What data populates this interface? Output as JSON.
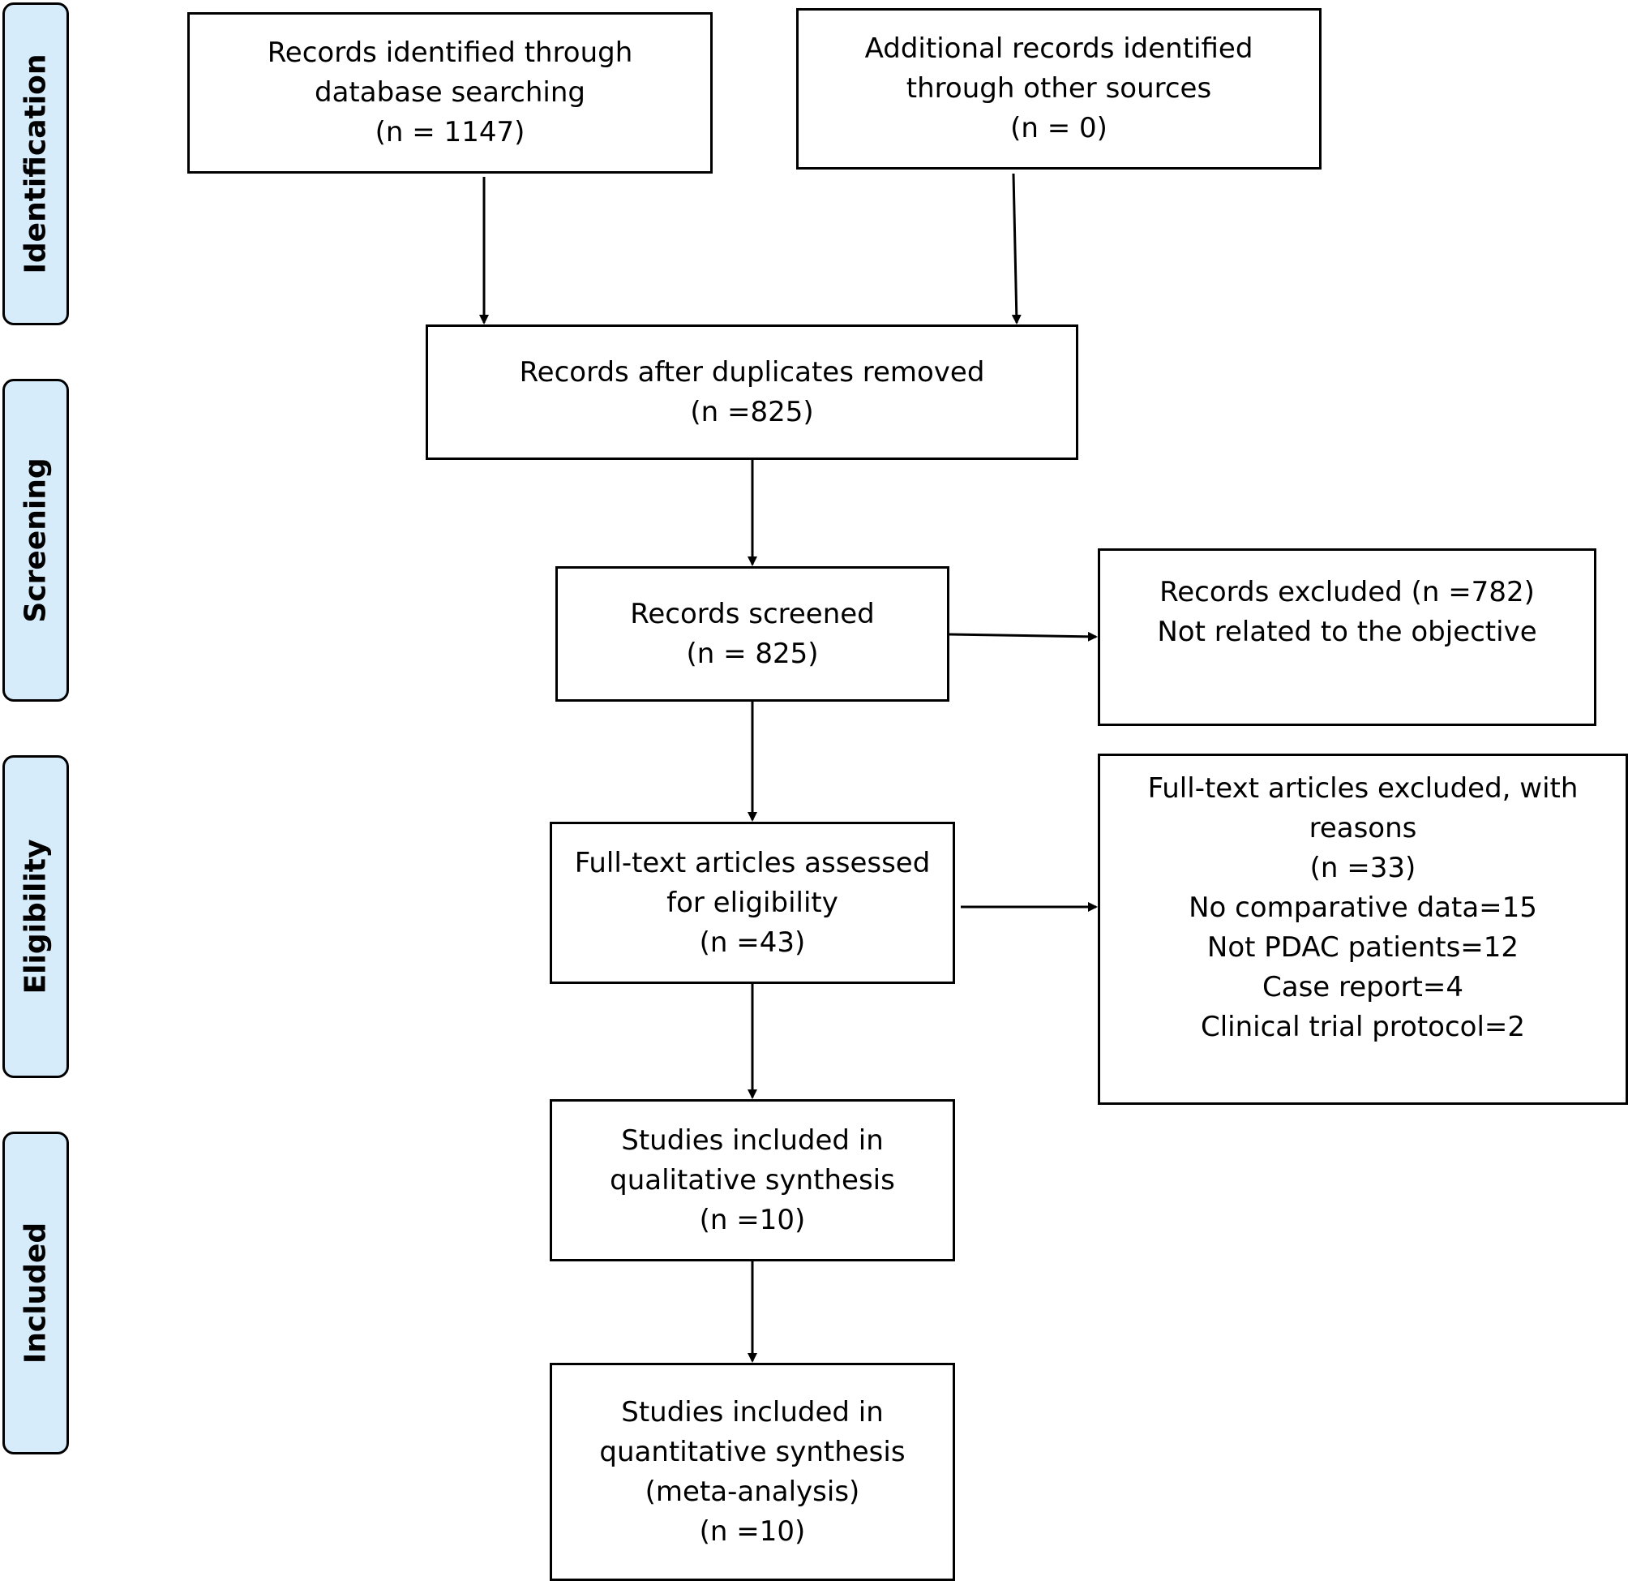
{
  "phases": [
    "Identification",
    "Screening",
    "Eligibility",
    "Included"
  ],
  "boxes": {
    "database": [
      "Records identified through",
      "database searching",
      "(n = 1147)"
    ],
    "other": [
      "Additional records identified",
      "through other sources",
      "(n = 0)"
    ],
    "duplicates": [
      "Records after duplicates removed",
      "(n =825)"
    ],
    "screened": [
      "Records screened",
      "(n = 825)"
    ],
    "excluded": [
      "Records excluded (n =782)",
      "Not related to the objective"
    ],
    "assessed": [
      "Full-text articles assessed",
      "for eligibility",
      "(n =43)"
    ],
    "ft_excluded": [
      "Full-text articles excluded, with",
      "reasons",
      "(n =33)",
      "No comparative data=15",
      "Not PDAC patients=12",
      "Case report=4",
      "Clinical trial protocol=2"
    ],
    "qualitative": [
      "Studies included in",
      "qualitative synthesis",
      "(n =10)"
    ],
    "quantitative": [
      "Studies included in",
      "quantitative synthesis",
      "(meta-analysis)",
      "(n =10)"
    ]
  }
}
